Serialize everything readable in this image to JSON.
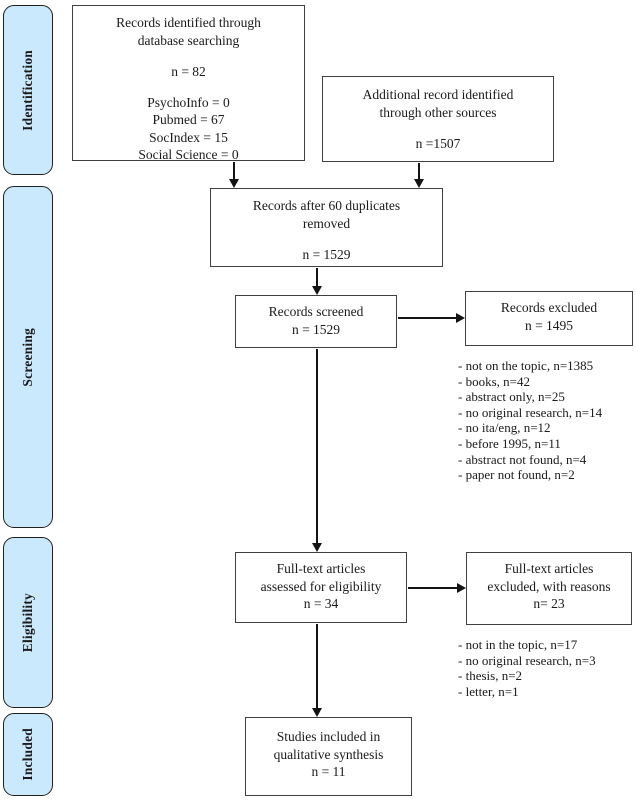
{
  "stages": {
    "identification": "Identification",
    "screening": "Screening",
    "eligibility": "Eligibility",
    "included": "Included"
  },
  "boxes": {
    "database_search": {
      "title_line1": "Records identified through",
      "title_line2": "database searching",
      "count": "n = 82",
      "sources": [
        "PsychoInfo = 0",
        "Pubmed = 67",
        "SocIndex = 15",
        "Social Science = 0"
      ]
    },
    "other_sources": {
      "title_line1": "Additional record identified",
      "title_line2": "through other sources",
      "count": "n =1507"
    },
    "duplicates_removed": {
      "title_line1": "Records after 60 duplicates",
      "title_line2": "removed",
      "count": "n = 1529"
    },
    "records_screened": {
      "title": "Records screened",
      "count": "n = 1529"
    },
    "records_excluded": {
      "title": "Records excluded",
      "count": "n = 1495"
    },
    "fulltext_assessed": {
      "title_line1": "Full-text articles",
      "title_line2": "assessed for eligibility",
      "count": "n = 34"
    },
    "fulltext_excluded": {
      "title_line1": "Full-text articles",
      "title_line2": "excluded, with reasons",
      "count": "n= 23"
    },
    "studies_included": {
      "title_line1": "Studies included in",
      "title_line2": "qualitative synthesis",
      "count": "n = 11"
    }
  },
  "reasons_screening": [
    "- not on the topic, n=1385",
    "- books, n=42",
    "- abstract only, n=25",
    "- no original research, n=14",
    "- no ita/eng, n=12",
    "- before 1995, n=11",
    "- abstract not found, n=4",
    "- paper not found, n=2"
  ],
  "reasons_eligibility": [
    "- not in the topic, n=17",
    "- no original research, n=3",
    "- thesis, n=2",
    "- letter, n=1"
  ],
  "colors": {
    "stage_fill": "#cbe9fc",
    "box_border": "#404040",
    "arrow": "#141414"
  }
}
